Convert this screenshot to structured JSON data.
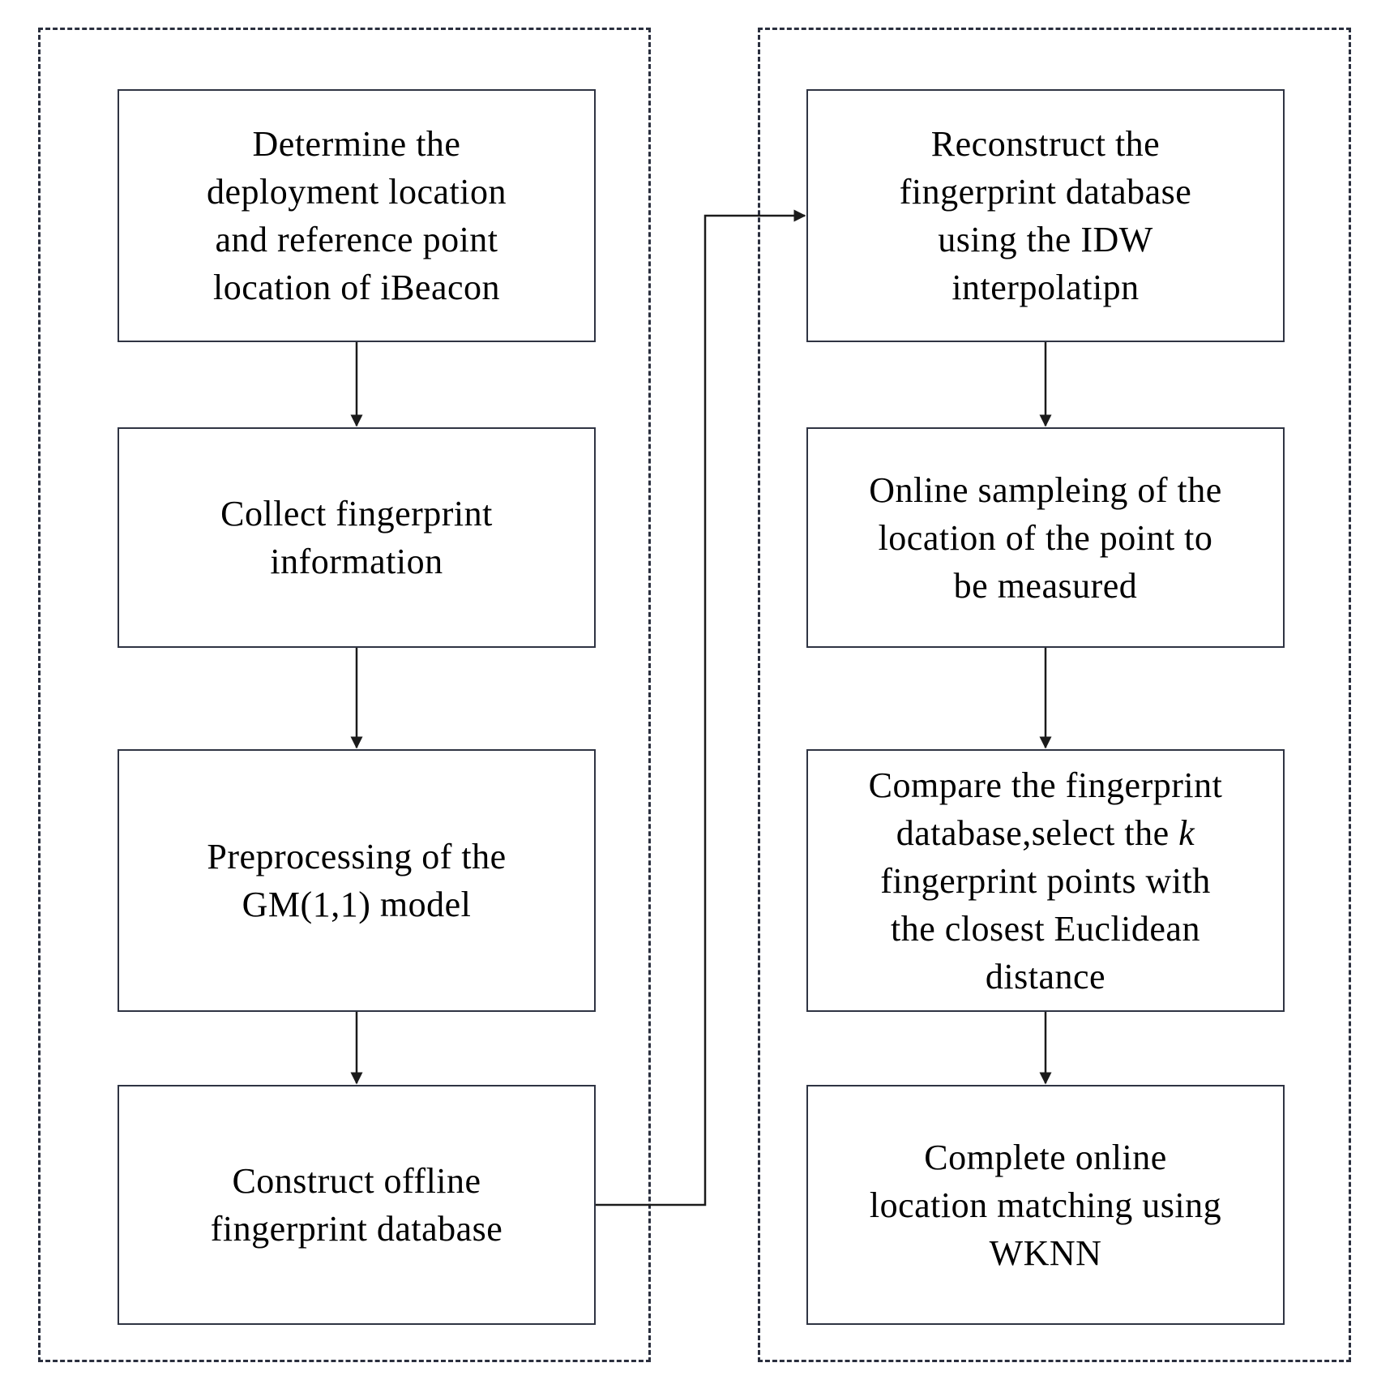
{
  "left_group": {
    "steps": [
      {
        "id": "determine",
        "lines": [
          "Determine the",
          "deployment location",
          "and reference point",
          "location of iBeacon"
        ]
      },
      {
        "id": "collect",
        "lines": [
          "Collect fingerprint",
          "information"
        ]
      },
      {
        "id": "preprocess",
        "lines": [
          "Preprocessing of the",
          "GM(1,1) model"
        ]
      },
      {
        "id": "construct",
        "lines": [
          "Construct offline",
          "fingerprint database"
        ]
      }
    ]
  },
  "right_group": {
    "steps": [
      {
        "id": "reconstruct",
        "lines": [
          "Reconstruct the",
          "fingerprint database",
          "using the IDW",
          "interpolatipn"
        ]
      },
      {
        "id": "online",
        "lines": [
          "Online sampleing of the",
          "location of the point to",
          "be measured"
        ]
      },
      {
        "id": "compare",
        "lines": [
          "Compare the fingerprint",
          "database,select the ",
          "fingerprint points with",
          "the closest Euclidean",
          "distance"
        ],
        "italic_symbol": "k"
      },
      {
        "id": "complete",
        "lines": [
          "Complete online",
          "location matching using",
          "WKNN"
        ]
      }
    ]
  },
  "colors": {
    "stroke": "#2f3443",
    "frame": "#2a2f3e",
    "text": "#000000",
    "background": "#ffffff"
  },
  "connectors": [
    {
      "from": "determine",
      "to": "collect"
    },
    {
      "from": "collect",
      "to": "preprocess"
    },
    {
      "from": "preprocess",
      "to": "construct"
    },
    {
      "from": "construct",
      "to": "reconstruct"
    },
    {
      "from": "reconstruct",
      "to": "online"
    },
    {
      "from": "online",
      "to": "compare"
    },
    {
      "from": "compare",
      "to": "complete"
    }
  ]
}
